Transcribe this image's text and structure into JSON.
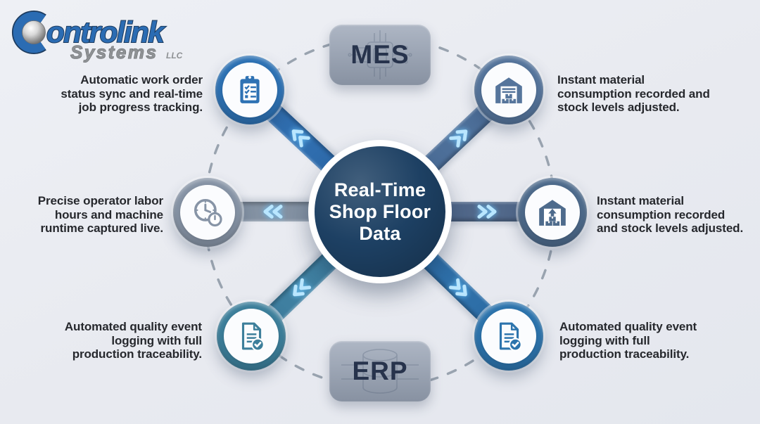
{
  "logo": {
    "name": "Controlink",
    "name_rest": "ontrolink",
    "sub": "Systems",
    "suffix": "LLC"
  },
  "center": {
    "title": "Real-Time Shop Floor Data",
    "lines": [
      "Real-Time",
      "Shop Floor",
      "Data"
    ]
  },
  "badges": {
    "top": {
      "label": "MES",
      "icon": "chip-circuit-icon"
    },
    "bottom": {
      "label": "ERP",
      "icon": "database-icon"
    }
  },
  "nodes": [
    {
      "position": "top-left",
      "icon": "clipboard-checklist-icon",
      "color": "#2e72b4",
      "connector_color": "#2f6dae",
      "text": "Automatic work order status sync and real-time job progress tracking.",
      "lines": [
        "Automatic work order",
        "status sync and real-time",
        "job progress tracking."
      ]
    },
    {
      "position": "middle-left",
      "icon": "clock-stopwatch-icon",
      "color": "#8794a6",
      "connector_color": "#8492a3",
      "text": "Precise operator labor hours and machine runtime captured live.",
      "lines": [
        "Precise operator labor",
        "hours and machine",
        "runtime captured live."
      ]
    },
    {
      "position": "bottom-left",
      "icon": "document-check-icon",
      "color": "#3d7f9b",
      "connector_color": "#3f7fa0",
      "text": "Automated quality event logging with full production traceability.",
      "lines": [
        "Automated quality event",
        "logging with full",
        "production traceability."
      ]
    },
    {
      "position": "top-right",
      "icon": "warehouse-icon",
      "color": "#56759c",
      "connector_color": "#4d6f99",
      "text": "Instant material consumption recorded and stock levels adjusted.",
      "lines": [
        "Instant material",
        "consumption recorded and",
        "stock levels adjusted."
      ]
    },
    {
      "position": "middle-right",
      "icon": "warehouse-up-arrow-icon",
      "color": "#4e6b8c",
      "connector_color": "#51688a",
      "text": "Instant material consumption recorded and stock levels adjusted.",
      "lines": [
        "Instant material",
        "consumption recorded",
        "and stock levels adjusted."
      ]
    },
    {
      "position": "bottom-right",
      "icon": "document-check-icon",
      "color": "#2d74ad",
      "connector_color": "#2e6fa8",
      "text": "Automated quality event logging with full production traceability.",
      "lines": [
        "Automated quality event",
        "logging with full",
        "production traceability."
      ]
    }
  ],
  "colors": {
    "background": "#e8eaf0",
    "center_fill": "#1d4063",
    "center_ring": "#ffffff",
    "badge_fill": "#97a2b4",
    "badge_text": "#27334c",
    "dashed_circle": "#99a3af",
    "chevron": "#b9e6ff",
    "body_text": "#26282d",
    "logo_blue": "#2b6cb3",
    "logo_gray": "#8e9194"
  }
}
